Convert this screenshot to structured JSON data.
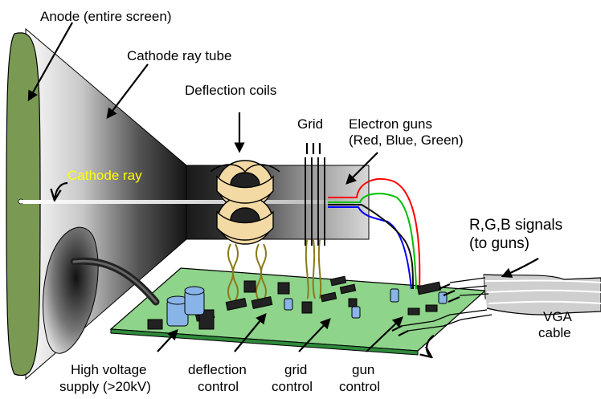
{
  "labels": {
    "anode": "Anode (entire screen)",
    "crt": "Cathode ray tube",
    "coils": "Deflection coils",
    "grid": "Grid",
    "guns_line1": "Electron guns",
    "guns_line2": "(Red, Blue, Green)",
    "cathode_ray": "Cathode ray",
    "signals_line1": "R,G,B signals",
    "signals_line2": "(to guns)",
    "vga_line1": "VGA",
    "vga_line2": "cable",
    "hv_line1": "High voltage",
    "hv_line2": "supply (>20kV)",
    "defl_line1": "deflection",
    "defl_line2": "control",
    "gridc_line1": "grid",
    "gridc_line2": "control",
    "gun_line1": "gun",
    "gun_line2": "control"
  },
  "colors": {
    "screen": "#7a9a54",
    "board": "#8ed48a",
    "coil": "#f3d9a3",
    "cathode_ray_text": "#ffff00",
    "wire_red": "#ff0000",
    "wire_green": "#00c000",
    "wire_blue": "#0000ff",
    "capacitor": "#88b4e8"
  }
}
